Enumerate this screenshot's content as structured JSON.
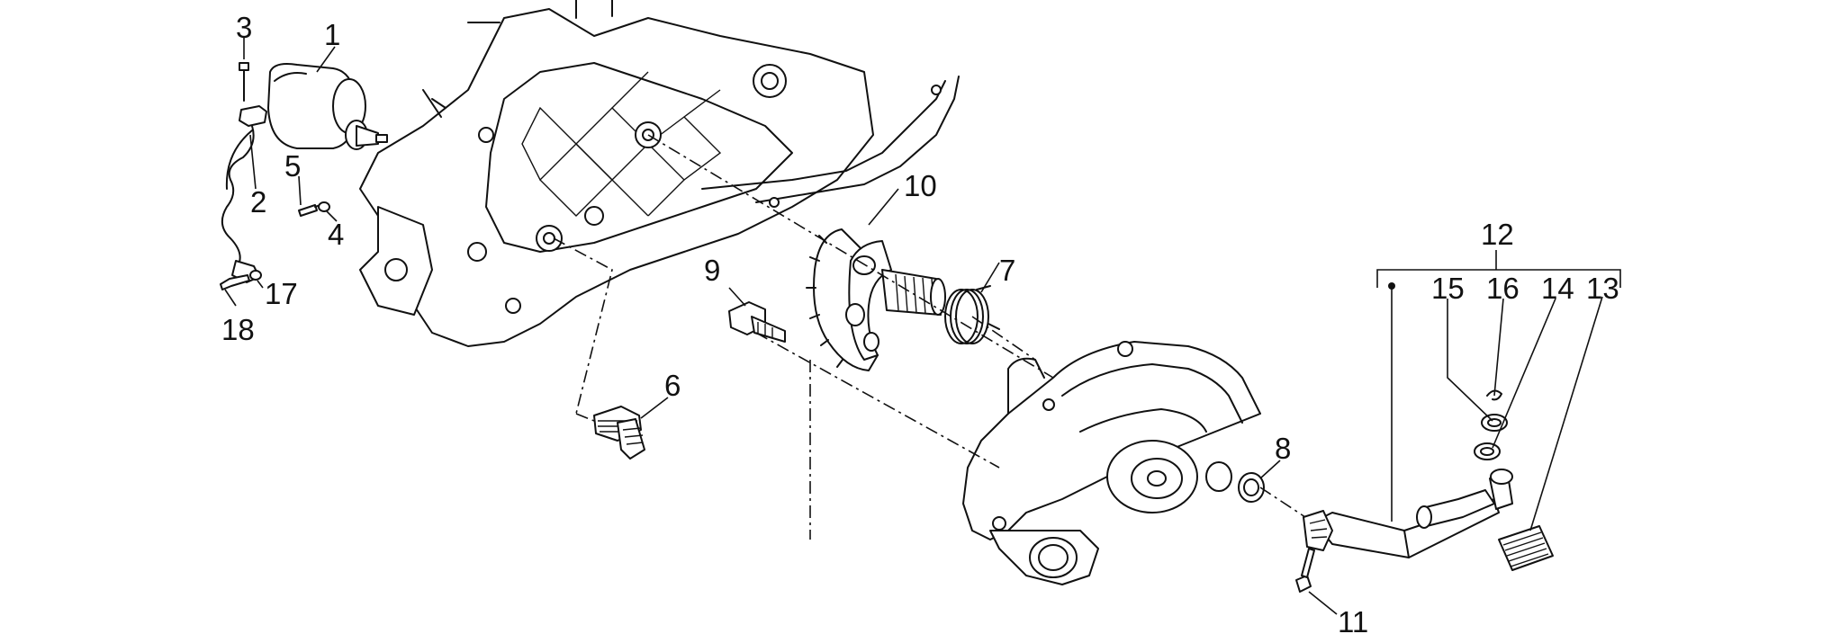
{
  "callouts": {
    "p1": "1",
    "p2": "2",
    "p3": "3",
    "p4": "4",
    "p5": "5",
    "p6": "6",
    "p7": "7",
    "p8": "8",
    "p9": "9",
    "p10": "10",
    "p11": "11",
    "p12": "12",
    "p13": "13",
    "p14": "14",
    "p15": "15",
    "p16": "16",
    "p17": "17",
    "p18": "18"
  }
}
